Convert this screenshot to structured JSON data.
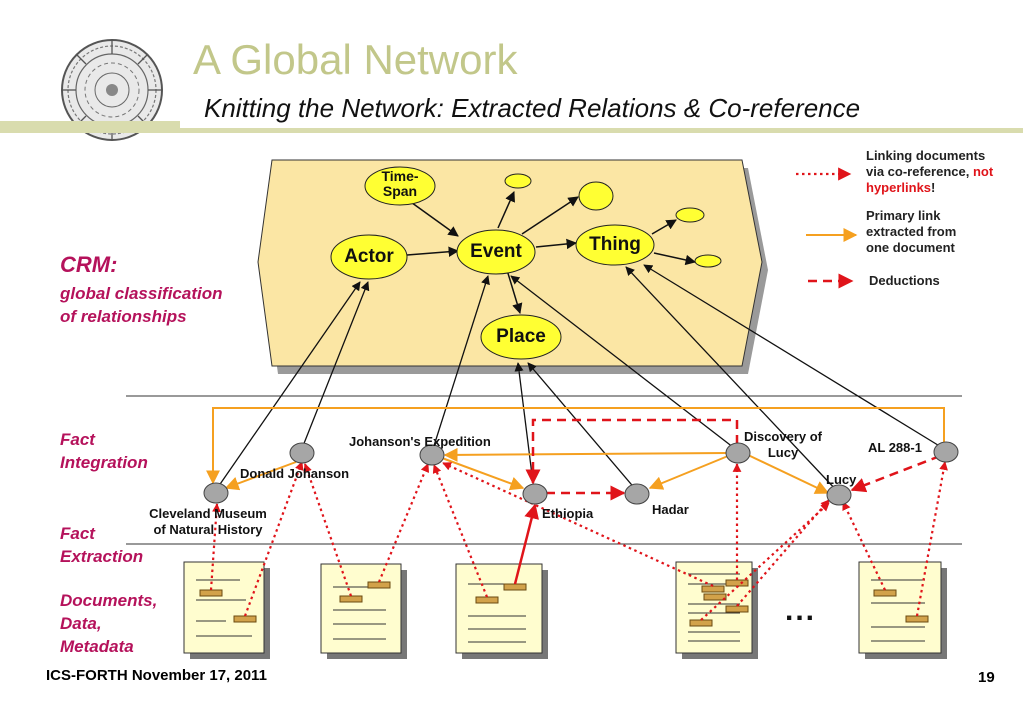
{
  "slide": {
    "title": "A Global Network",
    "subtitle": "Knitting the Network: Extracted Relations & Co-reference",
    "footer": "ICS-FORTH November 17, 2011",
    "page_number": "19"
  },
  "crm_panel": {
    "heading": "CRM:",
    "description_line1": "global classification",
    "description_line2": "of relationships",
    "nodes": {
      "time_span_line1": "Time-",
      "time_span_line2": "Span",
      "actor": "Actor",
      "event": "Event",
      "thing": "Thing",
      "place": "Place"
    }
  },
  "sections": {
    "fact_integration_line1": "Fact",
    "fact_integration_line2": "Integration",
    "fact_extraction_line1": "Fact",
    "fact_extraction_line2": "Extraction",
    "documents_line1": "Documents,",
    "documents_line2": "Data,",
    "documents_line3": "Metadata"
  },
  "facts": {
    "johansons_expedition": "Johanson's Expedition",
    "discovery_line1": "Discovery of",
    "discovery_line2": "Lucy",
    "al288": "AL 288-1",
    "donald_johanson": "Donald Johanson",
    "lucy": "Lucy",
    "cleveland_line1": "Cleveland Museum",
    "cleveland_line2": "of Natural History",
    "ethiopia": "Ethiopia",
    "hadar": "Hadar"
  },
  "documents": {
    "ellipsis": "..."
  },
  "legend": {
    "coref_line1": "Linking documents",
    "coref_line2_prefix": "via co-reference,",
    "coref_line2_emph": "not",
    "coref_line3_emph": "hyperlinks",
    "coref_line3_suffix": "!",
    "primary_line1": "Primary link",
    "primary_line2": "extracted from",
    "primary_line3": "one document",
    "deductions": "Deductions"
  },
  "colors": {
    "title": "#c2c78a",
    "accent_magenta": "#b5125b",
    "crm_panel_fill": "#fbe6a4",
    "crm_node_fill": "#ffff33",
    "primary_link": "#f5a020",
    "coreference": "#e0141a",
    "fact_node": "#a6a6a6",
    "document_fill": "#fffdcf",
    "doc_highlight": "#d2a24a"
  },
  "icons": {
    "logo": "phaistos-disc-logo"
  }
}
